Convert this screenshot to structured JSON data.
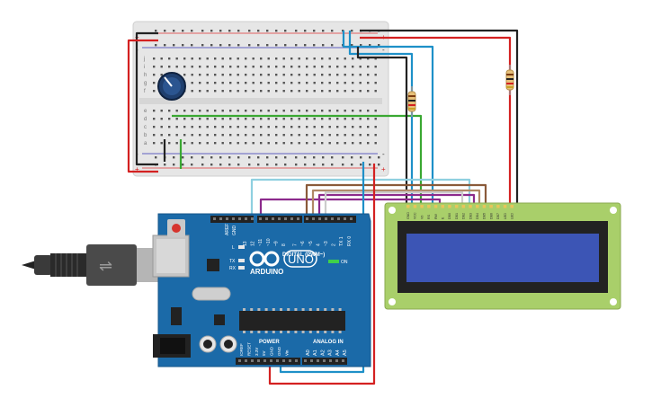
{
  "board": {
    "brand": "ARDUINO",
    "model": "UNO",
    "digital_label": "DIGITAL (PWM~)",
    "power_label": "POWER",
    "analog_label": "ANALOG IN",
    "on_label": "ON",
    "l_label": "L",
    "tx_label": "TX",
    "rx_label": "RX",
    "aref_label": "AREF",
    "gnd_label": "GND",
    "digital_pins": [
      "13",
      "12",
      "~11",
      "~10",
      "~9",
      "8",
      "7",
      "~6",
      "~5",
      "4",
      "~3",
      "2",
      "TX 1",
      "RX 0"
    ],
    "power_pins": [
      "IOREF",
      "RESET",
      "3.3V",
      "5V",
      "GND",
      "GND",
      "Vin"
    ],
    "analog_pins": [
      "A0",
      "A1",
      "A2",
      "A3",
      "A4",
      "A5"
    ],
    "ioref_label": "IOREF"
  },
  "breadboard": {
    "row_letters_top": [
      "j",
      "i",
      "h",
      "g",
      "f"
    ],
    "row_letters_bottom": [
      "e",
      "d",
      "c",
      "b",
      "a"
    ],
    "plus": "+",
    "minus": "-"
  },
  "lcd": {
    "pins": [
      "GND",
      "VCC",
      "V0",
      "RS",
      "RW",
      "E",
      "DB0",
      "DB1",
      "DB2",
      "DB3",
      "DB4",
      "DB5",
      "DB6",
      "DB7",
      "LED",
      "LED"
    ]
  },
  "colors": {
    "wire_red": "#d42121",
    "wire_black": "#222222",
    "wire_blue": "#1e90c8",
    "wire_green": "#3aa832",
    "wire_purple": "#8c2a8c",
    "wire_brown": "#8a5a3a",
    "wire_cyan": "#8fd0e0",
    "arduino_blue": "#1b6aa8",
    "lcd_pcb": "#a9cf6a",
    "lcd_screen": "#3c55b5"
  }
}
